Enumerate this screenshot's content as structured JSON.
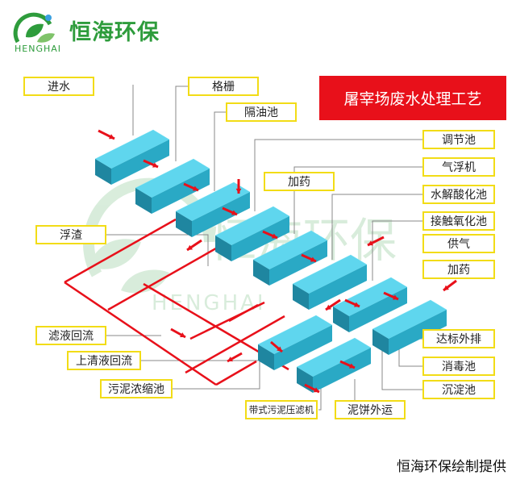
{
  "logo": {
    "name": "恒海环保",
    "sub": "HENGHAI"
  },
  "watermark": {
    "name": "恒海环保",
    "sub": "HENGHAI"
  },
  "title": "屠宰场废水处理工艺",
  "labels": {
    "inflow": "进水",
    "grille": "格栅",
    "oil_separator": "隔油池",
    "scum": "浮渣",
    "regulating_tank": "调节池",
    "air_flotation": "气浮机",
    "hydrolysis_tank": "水解酸化池",
    "contact_oxidation": "接触氧化池",
    "air_supply": "供气",
    "dosing_top": "加药",
    "dosing": "加药",
    "discharge": "达标外排",
    "disinfection": "消毒池",
    "sedimentation": "沉淀池",
    "filtrate_return": "滤液回流",
    "supernatant_return": "上清液回流",
    "sludge_thickening": "污泥浓缩池",
    "belt_filter_press": "带式污泥压滤机",
    "cake_outbound": "泥饼外运"
  },
  "credit": "恒海环保绘制提供",
  "colors": {
    "brand_green": "#2e9c3c",
    "tank_top": "#5fd6ee",
    "tank_front": "#2aa9c5",
    "tank_side": "#1f86a0",
    "flow_red": "#e8101a",
    "label_border": "#f2dc16"
  },
  "icons": [
    "leaf-logo-icon",
    "flow-arrow-icon"
  ]
}
